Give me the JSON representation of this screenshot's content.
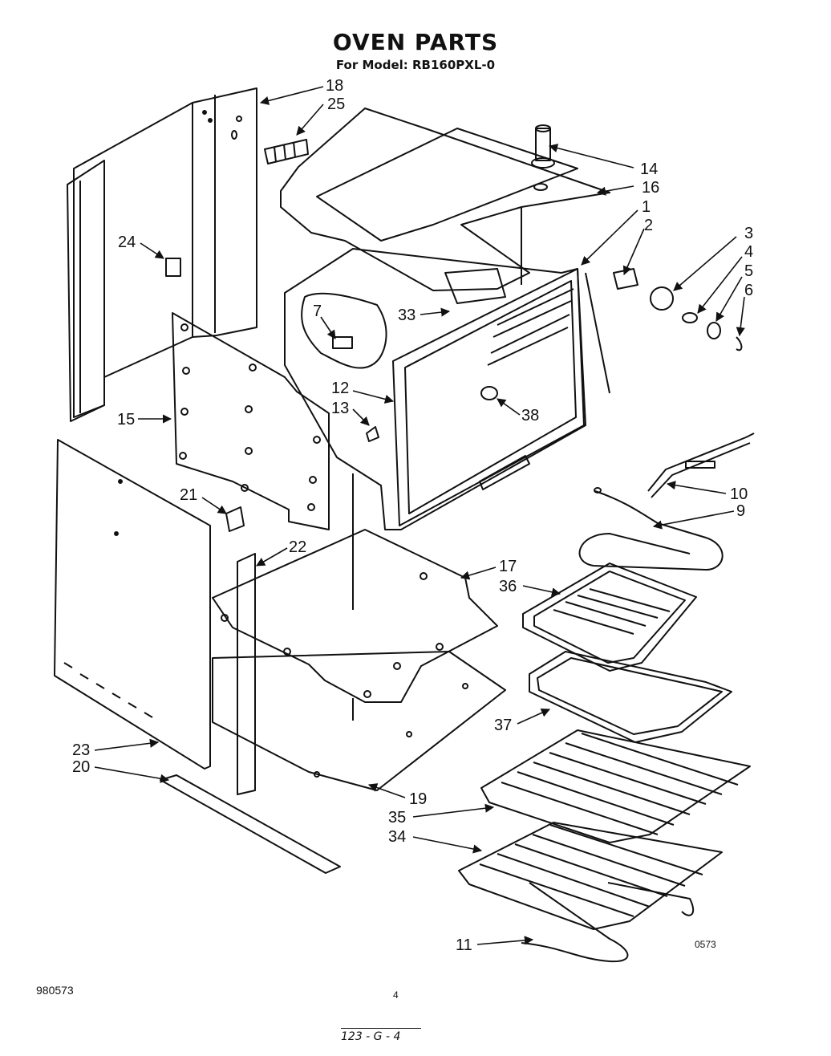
{
  "title": "OVEN PARTS",
  "subtitle": "For Model: RB160PXL-0",
  "callouts": [
    {
      "id": "c18",
      "label": "18"
    },
    {
      "id": "c25",
      "label": "25"
    },
    {
      "id": "c14",
      "label": "14"
    },
    {
      "id": "c16",
      "label": "16"
    },
    {
      "id": "c1",
      "label": "1"
    },
    {
      "id": "c2",
      "label": "2"
    },
    {
      "id": "c3",
      "label": "3"
    },
    {
      "id": "c4",
      "label": "4"
    },
    {
      "id": "c5",
      "label": "5"
    },
    {
      "id": "c6",
      "label": "6"
    },
    {
      "id": "c24",
      "label": "24"
    },
    {
      "id": "c7",
      "label": "7"
    },
    {
      "id": "c33",
      "label": "33"
    },
    {
      "id": "c12",
      "label": "12"
    },
    {
      "id": "c13",
      "label": "13"
    },
    {
      "id": "c15",
      "label": "15"
    },
    {
      "id": "c38",
      "label": "38"
    },
    {
      "id": "c10",
      "label": "10"
    },
    {
      "id": "c9",
      "label": "9"
    },
    {
      "id": "c21",
      "label": "21"
    },
    {
      "id": "c22",
      "label": "22"
    },
    {
      "id": "c17",
      "label": "17"
    },
    {
      "id": "c36",
      "label": "36"
    },
    {
      "id": "c37",
      "label": "37"
    },
    {
      "id": "c23",
      "label": "23"
    },
    {
      "id": "c20",
      "label": "20"
    },
    {
      "id": "c19",
      "label": "19"
    },
    {
      "id": "c35",
      "label": "35"
    },
    {
      "id": "c34",
      "label": "34"
    },
    {
      "id": "c11",
      "label": "11"
    }
  ],
  "figure_code": "0573",
  "doc_number": "980573",
  "page_number": "4",
  "handwritten_code": "123 - G - 4"
}
